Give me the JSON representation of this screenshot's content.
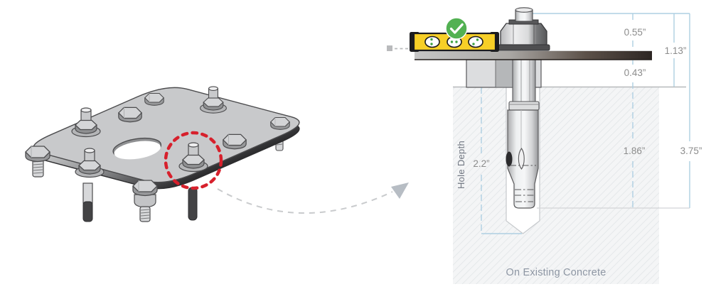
{
  "figure": {
    "title": "anchor-bolt-installation-diagram",
    "caption": "On Existing Concrete",
    "hole_depth_label": "Hole Depth",
    "dimensions": {
      "nut_above_plate": "0.55”",
      "above_concrete_total": "1.13”",
      "plate_to_concrete_gap": "0.43”",
      "hole_depth": "2.2”",
      "anchor_embedment": "1.86”",
      "anchor_total_length": "3.75”"
    },
    "icons": {
      "level_ok": "check-icon",
      "highlight": "dashed-circle",
      "pointer": "curved-arrow"
    },
    "colors": {
      "dimension_line": "#aecfe2",
      "dim_text": "#8c8c8c",
      "caption_text": "#8d96a3",
      "highlight_red": "#d7202c",
      "level_yellow": "#f7cf27",
      "check_green": "#52b152",
      "plate_gray": "#c8c9cb",
      "concrete_bg": "#f4f5f6"
    }
  }
}
